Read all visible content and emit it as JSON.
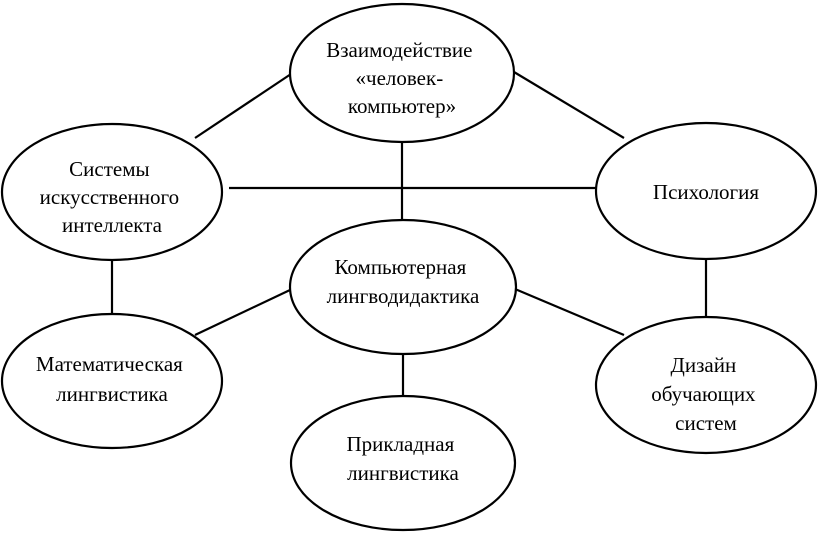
{
  "nodes": {
    "hci": {
      "lines": [
        "Взаимодействие",
        "«человек-",
        "компьютер»"
      ]
    },
    "ai": {
      "lines": [
        "Системы",
        "искусственного",
        "интеллекта"
      ]
    },
    "psychology": {
      "lines": [
        "Психология"
      ]
    },
    "cld": {
      "lines": [
        "Компьютерная",
        "лингводидактика"
      ]
    },
    "math_ling": {
      "lines": [
        "Математическая",
        "лингвистика"
      ]
    },
    "design": {
      "lines": [
        "Дизайн",
        "обучающих",
        "систем"
      ]
    },
    "applied_ling": {
      "lines": [
        "Прикладная",
        "лингвистика"
      ]
    }
  }
}
